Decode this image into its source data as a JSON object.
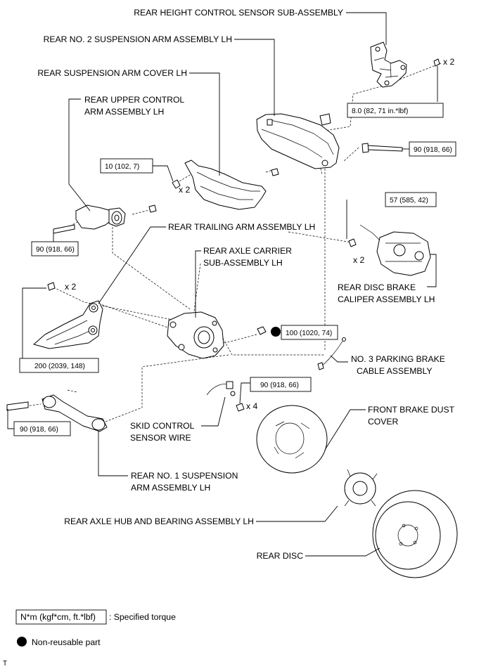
{
  "labels": {
    "height_sensor": "REAR HEIGHT CONTROL SENSOR SUB-ASSEMBLY",
    "no2_arm": "REAR NO. 2 SUSPENSION ARM ASSEMBLY LH",
    "arm_cover": "REAR SUSPENSION ARM COVER LH",
    "upper_arm_1": "REAR UPPER CONTROL",
    "upper_arm_2": "ARM ASSEMBLY LH",
    "trailing_arm": "REAR TRAILING ARM ASSEMBLY LH",
    "axle_carrier_1": "REAR AXLE CARRIER",
    "axle_carrier_2": "SUB-ASSEMBLY LH",
    "caliper_1": "REAR DISC BRAKE",
    "caliper_2": "CALIPER ASSEMBLY LH",
    "parking_cable_1": "NO. 3 PARKING BRAKE",
    "parking_cable_2": "CABLE ASSEMBLY",
    "dust_cover_1": "FRONT BRAKE DUST",
    "dust_cover_2": "COVER",
    "skid_sensor_1": "SKID CONTROL",
    "skid_sensor_2": "SENSOR WIRE",
    "no1_arm_1": "REAR NO. 1 SUSPENSION",
    "no1_arm_2": "ARM ASSEMBLY LH",
    "hub": "REAR AXLE HUB AND BEARING ASSEMBLY LH",
    "disc": "REAR DISC"
  },
  "torques": {
    "sensor": "8.0 (82, 71 in.*lbf)",
    "no2_bolt": "90 (918, 66)",
    "cover_bolt": "10 (102, 7)",
    "caliper_bolt": "57 (585, 42)",
    "upper_arm_bolt": "90 (918, 66)",
    "carrier_nut": "100 (1020, 74)",
    "trailing_bolt": "200 (2039, 148)",
    "dust_cover_bolt": "90 (918, 66)",
    "no1_arm_bolt": "90 (918, 66)"
  },
  "quantities": {
    "sensor": "x 2",
    "cover": "x 2",
    "caliper": "x 2",
    "trailing": "x 2",
    "dust_cover": "x 4"
  },
  "legend": {
    "torque_box": "N*m (kgf*cm, ft.*lbf)",
    "torque_text": ": Specified torque",
    "nonreusable_text": "Non-reusable part"
  },
  "corner_mark": "T"
}
